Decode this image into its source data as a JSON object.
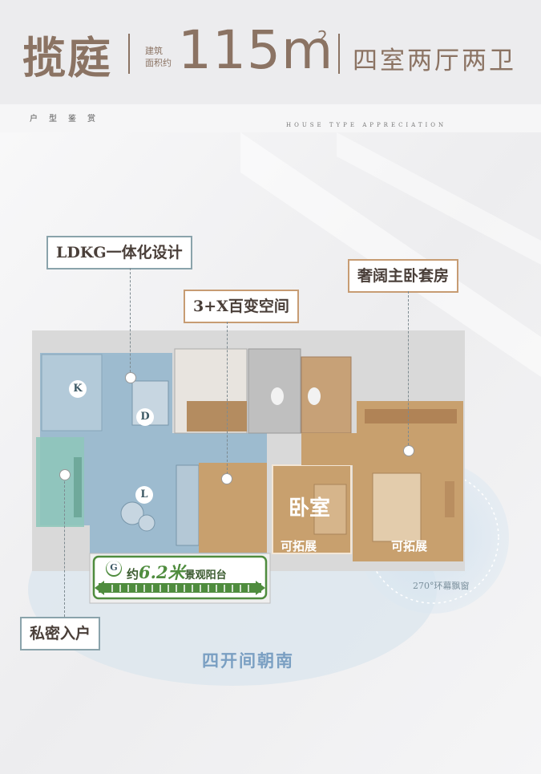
{
  "header": {
    "name": "揽庭",
    "area_label_line1": "建筑",
    "area_label_line2": "面积约",
    "area_value": "115m",
    "area_unit_sup": "2",
    "layout": "四室两厅两卫"
  },
  "subheader": {
    "zh": "户型鉴赏",
    "en": "HOUSE TYPE APPRECIATION"
  },
  "callouts": {
    "ldkg": "LDKG一体化设计",
    "flex": "3+X百变空间",
    "master": "奢阔主卧套房",
    "entry": "私密入户"
  },
  "rooms": {
    "k": "K",
    "d": "D",
    "l": "L",
    "g": "G",
    "bedroom": "卧室",
    "expandable_1": "可拓展",
    "expandable_2": "可拓展"
  },
  "balcony": {
    "prefix": "约",
    "value": "6.2米",
    "suffix": "景观阳台"
  },
  "annotations": {
    "window": "270°环幕飘窗",
    "south": "四开间朝南"
  },
  "colors": {
    "brand": "#8b7363",
    "blue_zone": "#9ab9cf",
    "green_zone": "#8fc6ba",
    "tan_zone": "#c8a06e",
    "balcony_green": "#4f8c3e"
  }
}
